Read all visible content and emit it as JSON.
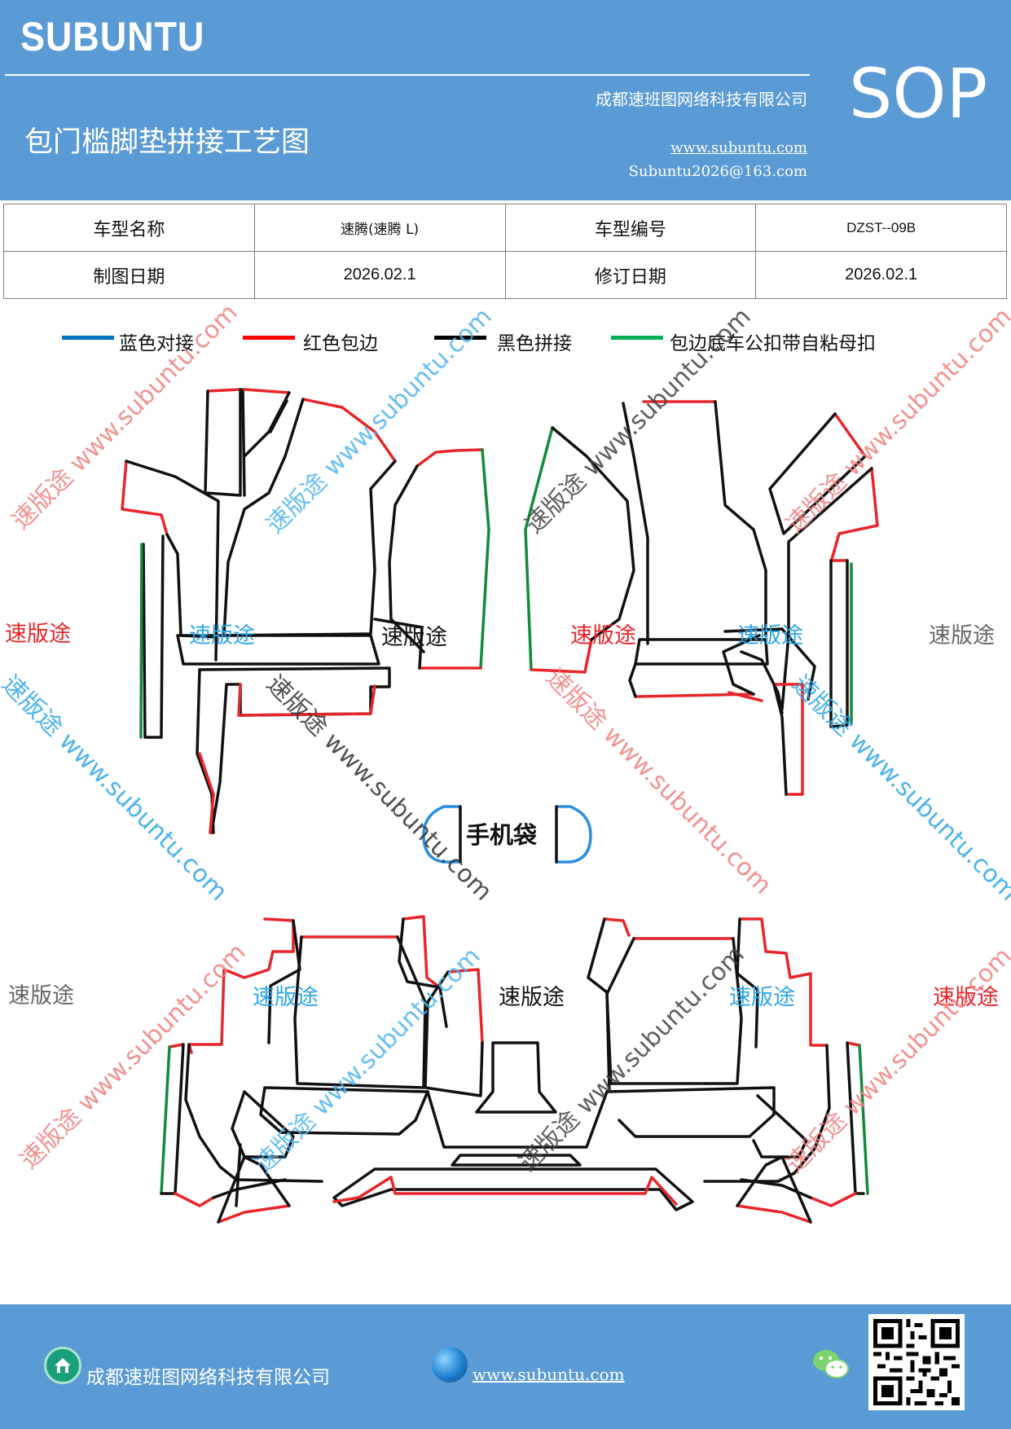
{
  "header": {
    "brand": "SUBUNTU",
    "doc_type": "SOP",
    "title": "包门槛脚垫拼接工艺图",
    "company": "成都速班图网络科技有限公司",
    "website": "www.subuntu.com",
    "email": "Subuntu2026@163.com"
  },
  "info_table": {
    "model_name_label": "车型名称",
    "model_name_value": "速腾(速腾 L)",
    "model_code_label": "车型编号",
    "model_code_value": "DZST--09B",
    "draw_date_label": "制图日期",
    "draw_date_value": "2026.02.1",
    "revise_date_label": "修订日期",
    "revise_date_value": "2026.02.1"
  },
  "legend": [
    {
      "label": "蓝色对接",
      "color": "#0070c0"
    },
    {
      "label": "红色包边",
      "color": "#ff0000"
    },
    {
      "label": "黑色拼接",
      "color": "#000000"
    },
    {
      "label": "包边底车公扣带自粘母扣",
      "color": "#00b050"
    }
  ],
  "diagram": {
    "piece_label": "速版途",
    "phone_pocket": "手机袋",
    "watermark": "速版途 www.subuntu.com",
    "colors": {
      "red": "#e8252a",
      "black": "#111111",
      "blue": "#2a8ee0",
      "green": "#138a3a",
      "gray": "#666666",
      "cyan": "#2ea6e8"
    }
  },
  "footer": {
    "company": "成都速班图网络科技有限公司",
    "website": "www.subuntu.com",
    "icons": [
      "home-icon",
      "globe-icon",
      "wechat-icon",
      "qr-code"
    ]
  }
}
